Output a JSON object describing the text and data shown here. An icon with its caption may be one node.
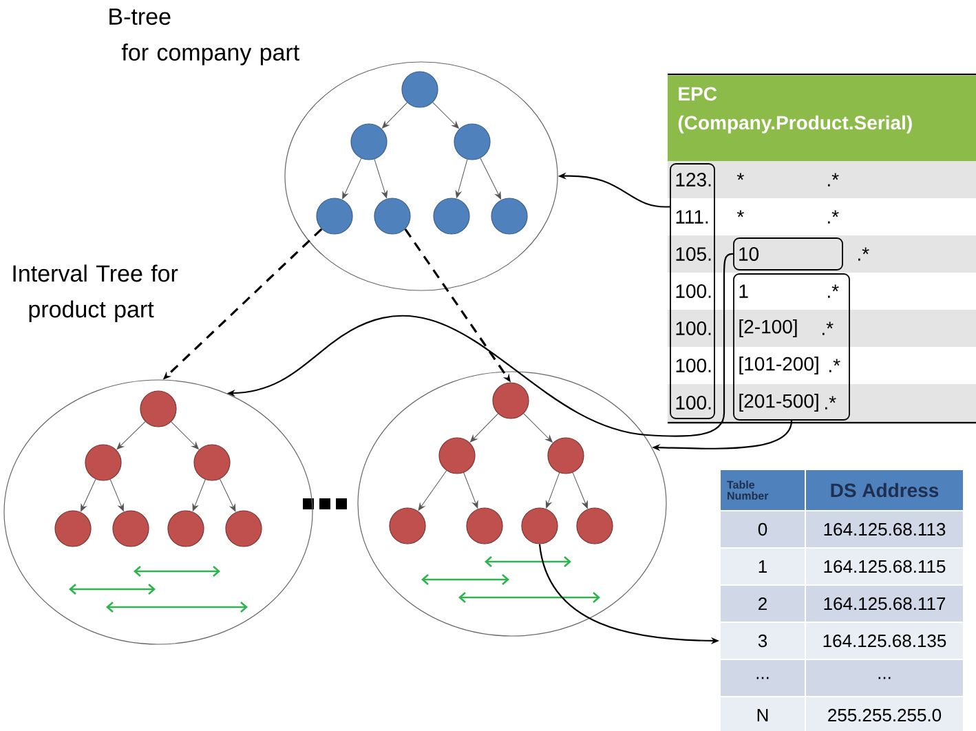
{
  "diagram": {
    "nodes": [
      {
        "text": [
          "B-tree for company part"
        ]
      },
      {
        "text": [],
        "shape": "circle",
        "in": 0
      },
      {
        "text": [],
        "shape": "circle",
        "in": 0
      },
      {
        "text": [],
        "shape": "circle",
        "in": 0
      },
      {
        "text": [],
        "shape": "circle",
        "in": 0
      },
      {
        "text": [],
        "shape": "circle",
        "in": 0
      },
      {
        "text": [],
        "shape": "circle",
        "in": 0
      },
      {
        "text": [],
        "shape": "circle",
        "in": 0
      },
      {
        "text": [
          "Interval Tree for product part"
        ]
      },
      {
        "text": [],
        "shape": "circle",
        "in": 8
      },
      {
        "text": [],
        "shape": "circle",
        "in": 8
      },
      {
        "text": [],
        "shape": "circle",
        "in": 8
      },
      {
        "text": [],
        "shape": "circle",
        "in": 8
      },
      {
        "text": [],
        "shape": "circle",
        "in": 8
      },
      {
        "text": [],
        "shape": "circle",
        "in": 8
      },
      {
        "text": [],
        "shape": "circle",
        "in": 8
      },
      {
        "text": [],
        "shape": "circle"
      },
      {
        "text": [],
        "shape": "circle",
        "in": 16
      },
      {
        "text": [],
        "shape": "circle",
        "in": 16
      },
      {
        "text": [],
        "shape": "circle",
        "in": 16
      },
      {
        "text": [],
        "shape": "circle",
        "in": 16
      },
      {
        "text": [],
        "shape": "circle",
        "in": 16
      },
      {
        "text": [],
        "shape": "circle",
        "in": 16
      },
      {
        "text": [],
        "shape": "circle",
        "in": 16
      },
      {
        "text": [
          "123.",
          "111.",
          "105.",
          "100.",
          "100.",
          "100.",
          "100."
        ]
      },
      {
        "text": [
          "10"
        ]
      },
      {
        "text": [
          "1",
          "[2-100]",
          "[101-200]",
          "[201-500]"
        ]
      },
      {
        "text": [
          "3"
        ]
      }
    ],
    "edges": [
      {
        "from": 1,
        "to": 2,
        "arrow": "to"
      },
      {
        "from": 1,
        "to": 3,
        "arrow": "to"
      },
      {
        "from": 2,
        "to": 4,
        "arrow": "to"
      },
      {
        "from": 2,
        "to": 5,
        "arrow": "to"
      },
      {
        "from": 3,
        "to": 6,
        "arrow": "to"
      },
      {
        "from": 3,
        "to": 7,
        "arrow": "to"
      },
      {
        "from": 9,
        "to": 10,
        "arrow": "to"
      },
      {
        "from": 9,
        "to": 11,
        "arrow": "to"
      },
      {
        "from": 10,
        "to": 12,
        "arrow": "to"
      },
      {
        "from": 10,
        "to": 13,
        "arrow": "to"
      },
      {
        "from": 11,
        "to": 14,
        "arrow": "to"
      },
      {
        "from": 11,
        "to": 15,
        "arrow": "to"
      },
      {
        "from": 17,
        "to": 18,
        "arrow": "to"
      },
      {
        "from": 17,
        "to": 19,
        "arrow": "to"
      },
      {
        "from": 18,
        "to": 20,
        "arrow": "to"
      },
      {
        "from": 18,
        "to": 21,
        "arrow": "to"
      },
      {
        "from": 19,
        "to": 22,
        "arrow": "to"
      },
      {
        "from": 19,
        "to": 23,
        "arrow": "to"
      },
      {
        "from": 4,
        "to": 8,
        "arrow": "to",
        "style": "dashed",
        "color": "#000000"
      },
      {
        "from": 5,
        "to": 17,
        "arrow": "to",
        "style": "dashed",
        "color": "#000000"
      },
      {
        "from": 24,
        "to": 0,
        "arrow": "to",
        "color": "#000000"
      },
      {
        "from": 25,
        "to": 8,
        "arrow": "to",
        "color": "#000000"
      },
      {
        "from": 26,
        "to": 16,
        "arrow": "to",
        "color": "#000000"
      },
      {
        "from": 22,
        "to": 27,
        "arrow": "to",
        "color": "#000000"
      }
    ],
    "labels": [
      "EPC (Company.Product.Serial)",
      "*",
      ".*",
      "*",
      ".*",
      ".*",
      ".*",
      ".*",
      ".*",
      ".*",
      "Table Number",
      "DS Address",
      "0",
      "164.125.68.113",
      "1",
      "164.125.68.115",
      "2",
      "164.125.68.117",
      "164.125.68.135",
      "...",
      "...",
      "N",
      "255.255.255.0"
    ]
  }
}
